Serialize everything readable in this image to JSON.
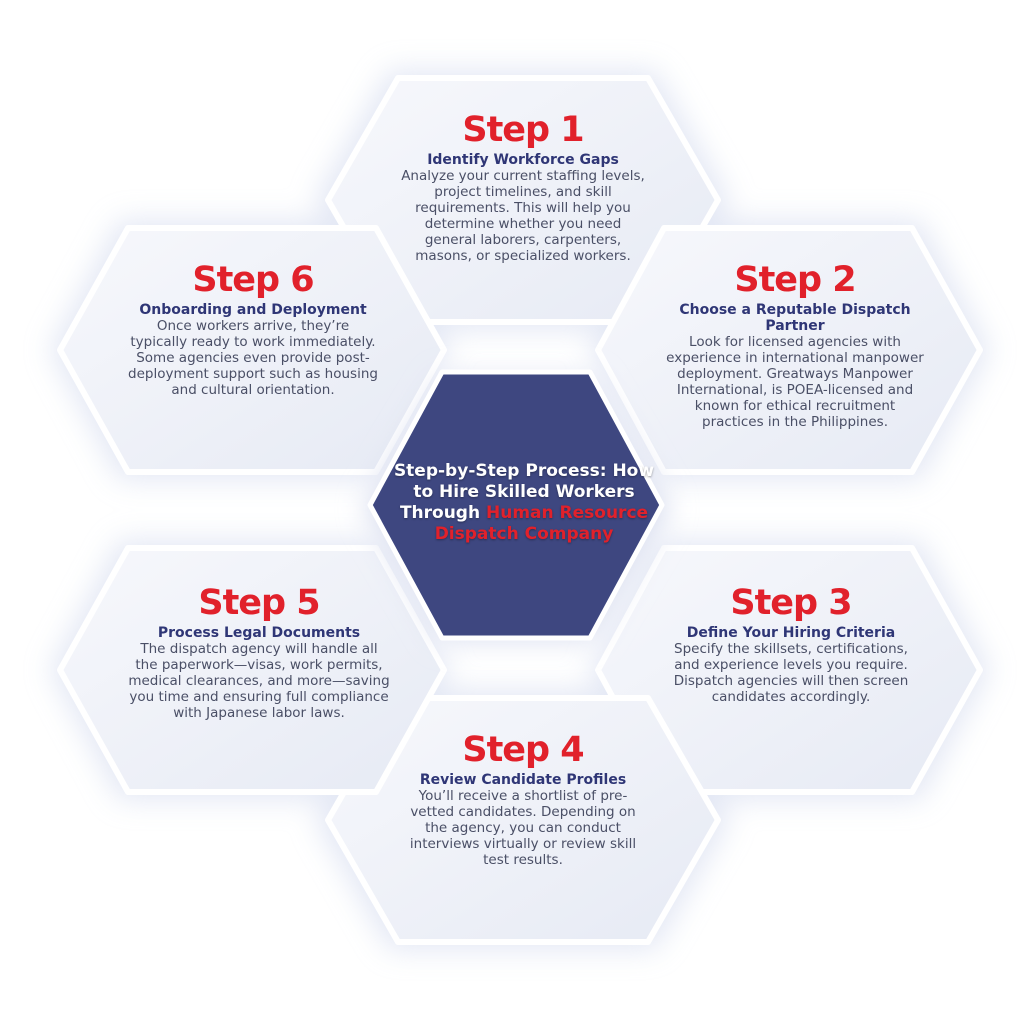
{
  "colors": {
    "step_red": "#e1212b",
    "heading_navy": "#2f3676",
    "center_fill": "#3e4780",
    "hex_fill": "#eef1f8"
  },
  "center": {
    "title_lead": "Step-by-Step Process: How to Hire Skilled Workers Through",
    "title_highlight": "Human Resource Dispatch Company"
  },
  "steps": [
    {
      "label": "Step 1",
      "heading": "Identify Workforce Gaps",
      "body": "Analyze your current staffing levels, project timelines, and skill requirements. This will help you determine whether you need general laborers, carpenters, masons, or specialized workers."
    },
    {
      "label": "Step 2",
      "heading": "Choose a Reputable Dispatch Partner",
      "body": "Look for licensed agencies with experience in international manpower deployment. Greatways Manpower International, is POEA-licensed and known for ethical recruitment practices in the Philippines."
    },
    {
      "label": "Step 3",
      "heading": "Define Your Hiring Criteria",
      "body": "Specify the skillsets, certifications, and experience levels you require. Dispatch agencies will then screen candidates accordingly."
    },
    {
      "label": "Step 4",
      "heading": "Review Candidate Profiles",
      "body": "You’ll receive a shortlist of pre-vetted candidates. Depending on the agency, you can conduct interviews virtually or review skill test results."
    },
    {
      "label": "Step 5",
      "heading": "Process Legal Documents",
      "body": "The dispatch agency will handle all the paperwork—visas, work permits, medical clearances, and more—saving you time and ensuring full compliance with Japanese labor laws."
    },
    {
      "label": "Step 6",
      "heading": "Onboarding and Deployment",
      "body": "Once workers arrive, they’re typically ready to work immediately. Some agencies even provide post-deployment support such as housing and cultural orientation."
    }
  ]
}
